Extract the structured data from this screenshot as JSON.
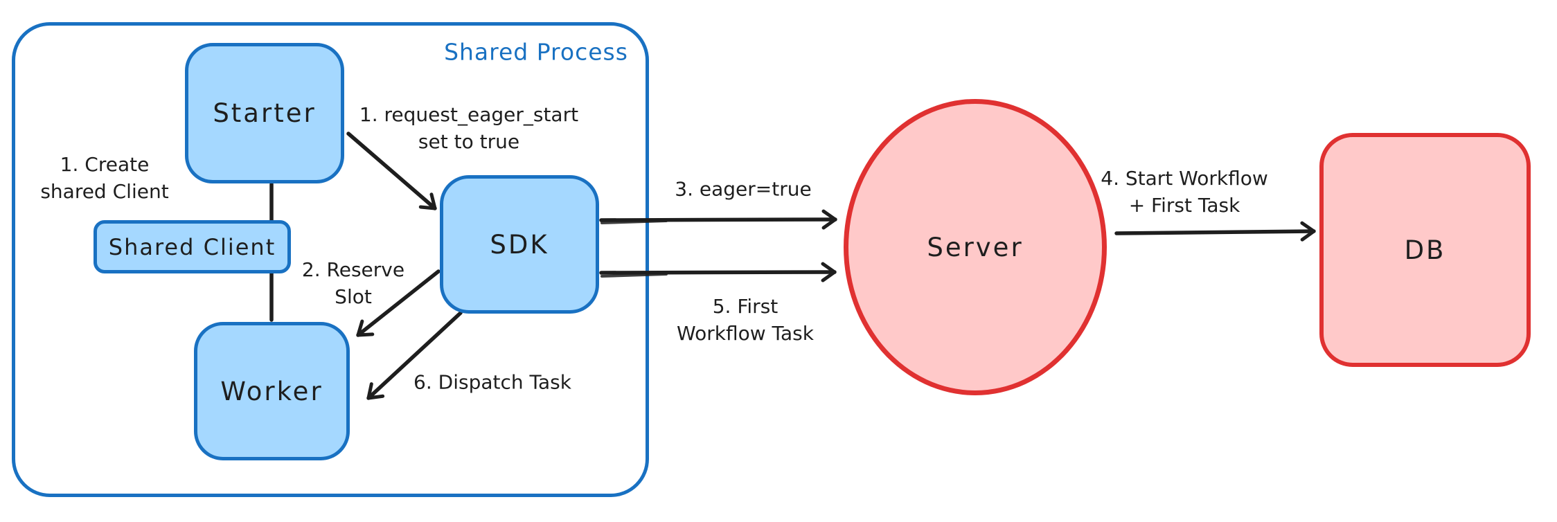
{
  "diagram": {
    "title": "Shared Process",
    "nodes": {
      "starter": {
        "label": "Starter"
      },
      "shared_client": {
        "label": "Shared Client"
      },
      "worker": {
        "label": "Worker"
      },
      "sdk": {
        "label": "SDK"
      },
      "server": {
        "label": "Server"
      },
      "db": {
        "label": "DB"
      }
    },
    "annotations": {
      "create_shared_client": {
        "line1": "1. Create",
        "line2": "shared Client"
      },
      "request_eager_start": {
        "line1": "1. request_eager_start",
        "line2": "set to true"
      },
      "reserve_slot": {
        "line1": "2. Reserve",
        "line2": "Slot"
      },
      "eager_true": {
        "text": "3. eager=true"
      },
      "start_workflow": {
        "line1": "4. Start Workflow",
        "line2": "+ First Task"
      },
      "first_workflow_task": {
        "line1": "5. First",
        "line2": "Workflow Task"
      },
      "dispatch_task": {
        "text": "6. Dispatch Task"
      }
    },
    "colors": {
      "blue_border": "#1971c2",
      "blue_fill": "#a5d8ff",
      "red_border": "#e03131",
      "red_fill": "#ffc9c9",
      "ink": "#1e1e1e",
      "background": "#ffffff"
    }
  }
}
